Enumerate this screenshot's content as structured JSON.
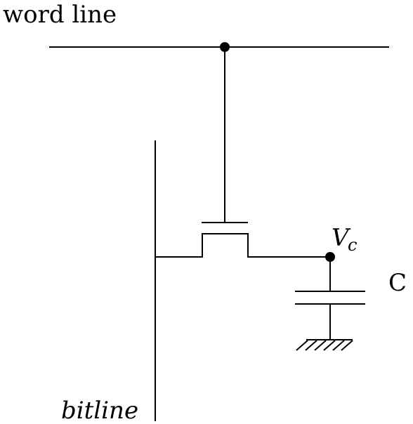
{
  "labels": {
    "word_line": "word line",
    "bitline": "bitline",
    "node_voltage_main": "V",
    "node_voltage_sub": "c",
    "capacitor": "C"
  },
  "colors": {
    "stroke": "#000000",
    "background": "#ffffff"
  }
}
